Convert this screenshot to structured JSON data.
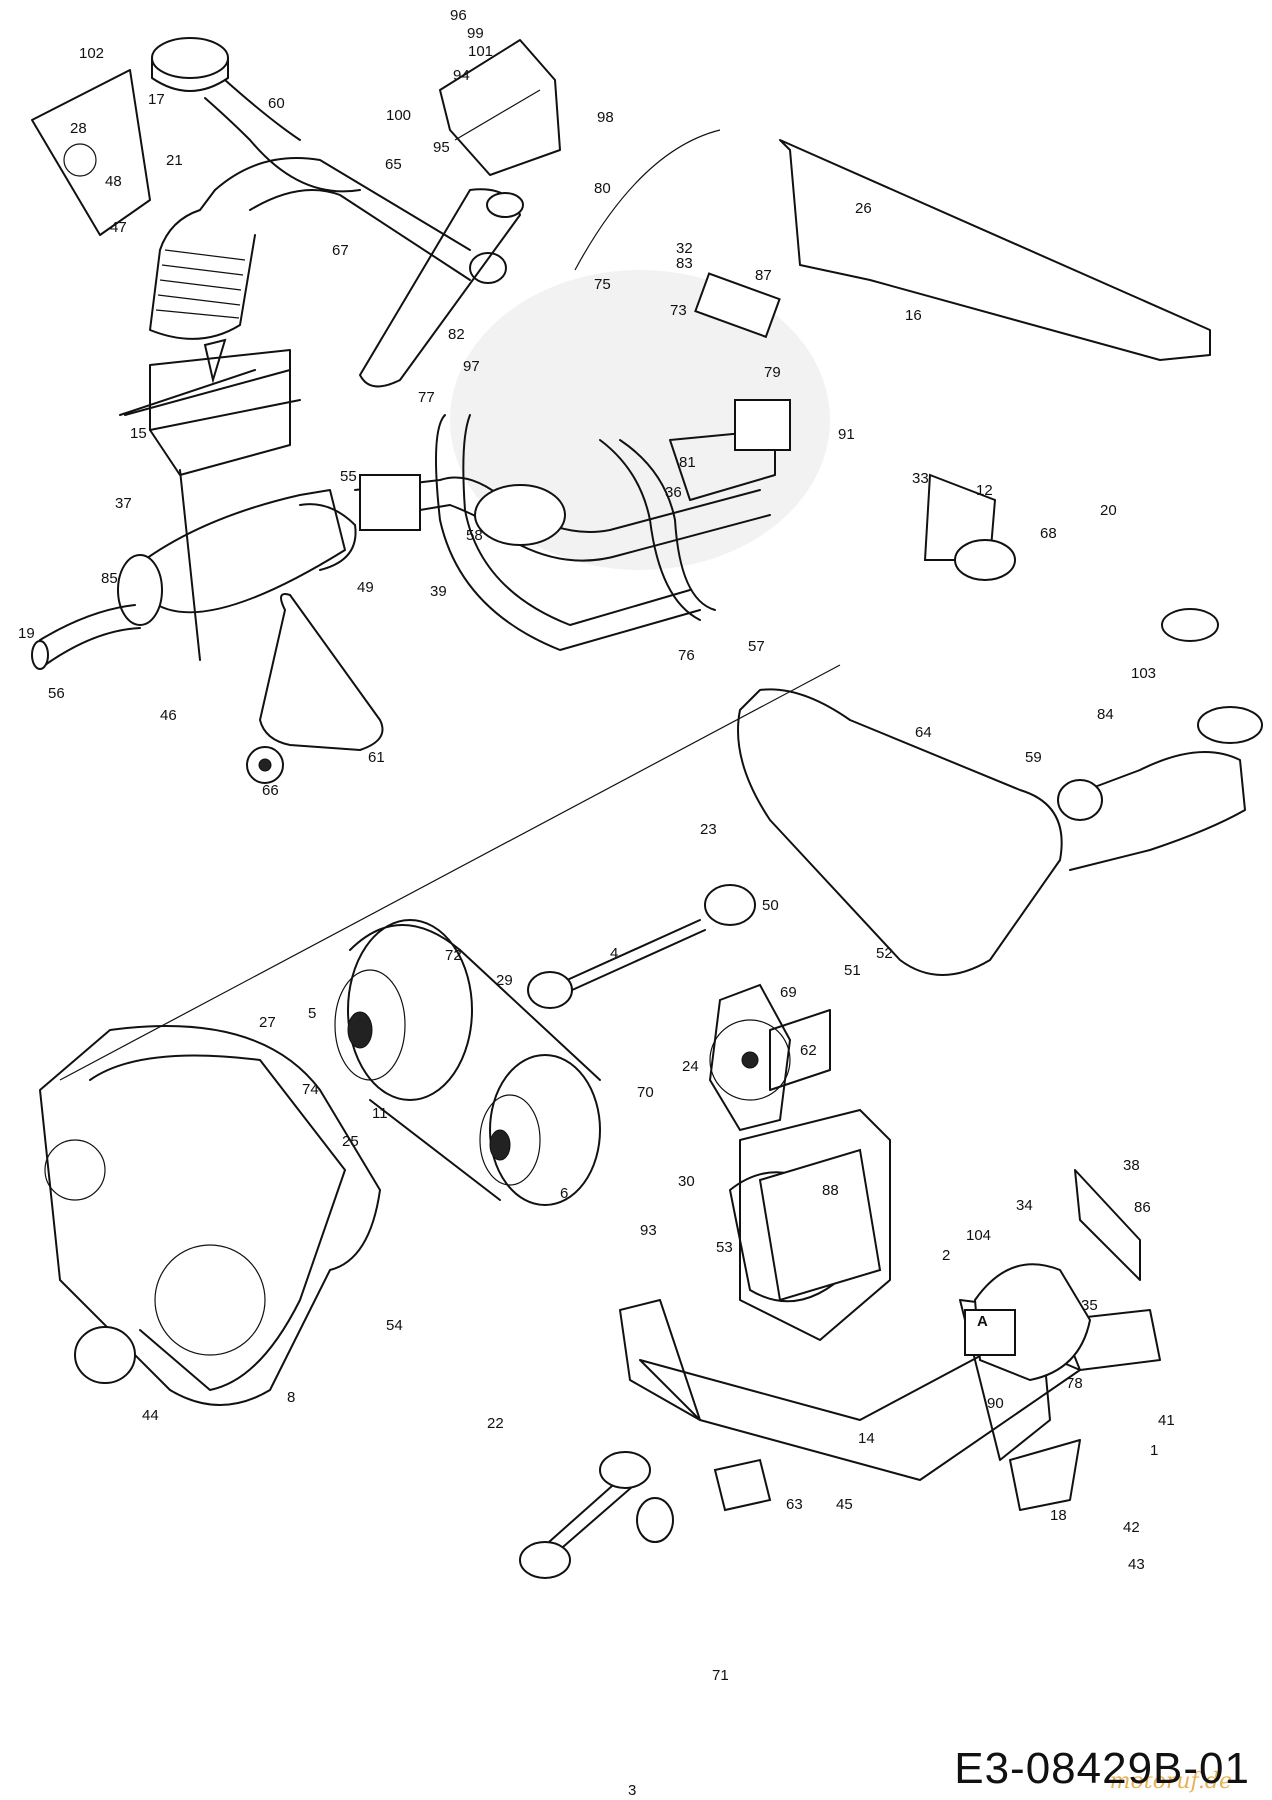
{
  "diagram_code": "E3-08429B-01",
  "watermark": "motoruf.de",
  "callouts": [
    "1",
    "2",
    "3",
    "4",
    "5",
    "6",
    "8",
    "11",
    "12",
    "14",
    "15",
    "16",
    "17",
    "18",
    "19",
    "20",
    "21",
    "22",
    "23",
    "24",
    "25",
    "26",
    "27",
    "28",
    "29",
    "30",
    "32",
    "33",
    "34",
    "35",
    "36",
    "37",
    "38",
    "39",
    "41",
    "42",
    "43",
    "44",
    "45",
    "46",
    "47",
    "48",
    "49",
    "50",
    "51",
    "52",
    "53",
    "54",
    "55",
    "56",
    "57",
    "58",
    "59",
    "60",
    "61",
    "62",
    "63",
    "64",
    "65",
    "66",
    "67",
    "68",
    "69",
    "70",
    "71",
    "72",
    "73",
    "74",
    "75",
    "76",
    "77",
    "78",
    "79",
    "80",
    "81",
    "82",
    "83",
    "84",
    "85",
    "86",
    "87",
    "88",
    "90",
    "91",
    "93",
    "94",
    "95",
    "96",
    "97",
    "98",
    "99",
    "100",
    "101",
    "102",
    "103",
    "104",
    "A"
  ]
}
